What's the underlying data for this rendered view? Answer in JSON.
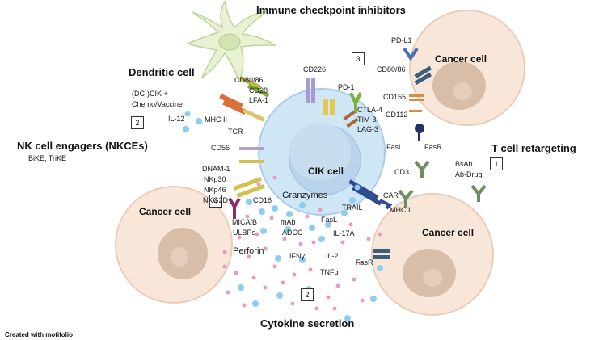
{
  "colors": {
    "cik_body": "#cfe6f4",
    "cik_nucleus": "#b9d4ea",
    "cancer_body": "#f8e6d9",
    "cancer_nucleus": "#d8bda9",
    "dendritic": "#e8f2d2",
    "granule_pink": "#e79ac8",
    "granule_blue": "#8ecdf2"
  },
  "headers": {
    "checkpoint": "Immune checkpoint inhibitors",
    "dendritic": "Dendritic cell",
    "nkce": "NK cell engagers (NKCEs)",
    "retargeting": "T cell retargeting",
    "cytokine": "Cytokine secretion"
  },
  "nkce_sub": "BiKE, TriKE",
  "cells": {
    "cik": "CIK cell",
    "cancer_top_right": "Cancer cell",
    "cancer_left": "Cancer cell",
    "cancer_bottom_right": "Cancer cell"
  },
  "boxes": {
    "box_dc": "2",
    "box_checkpoint": "3",
    "box_retarget": "1",
    "box_nkce": "4",
    "box_cytokine": "2"
  },
  "dendritic_labels": {
    "dc_cik": "(DC-)CIK +",
    "chemo": "Chemo/Vaccine",
    "il12": "IL-12",
    "cd80_86": "CD80/86",
    "cd28": "CD28",
    "lfa1": "LFA-1",
    "mhc2": "MHC II",
    "tcr": "TCR"
  },
  "checkpoint_labels": {
    "cd226": "CD226",
    "pd1": "PD-1",
    "ctla4": "CTLA-4",
    "tim3": "TIM-3",
    "lag3": "LAG-3",
    "pdl1": "PD-L1",
    "cd80_86": "CD80/86",
    "cd155": "CD155",
    "cd112": "CD112"
  },
  "retarget_labels": {
    "fasl": "FasL",
    "fasr": "FasR",
    "cd3": "CD3",
    "bsab": "BsAb",
    "abdrug": "Ab-Drug",
    "car": "CAR",
    "mhc1": "MHC I"
  },
  "nk_labels": {
    "cd56": "CD56",
    "dnam1": "DNAM-1",
    "nkp30": "NKp30",
    "nkp46": "NKp46",
    "nkg2d": "NKG2D",
    "cd16": "CD16",
    "mica_b": "MICA/B",
    "ulbps": "ULBPs"
  },
  "cytokine_labels": {
    "granzymes": "Granzymes",
    "trail": "TRAIL",
    "fasl": "FasL",
    "mab": "mAb",
    "adcc": "ADCC",
    "il17a": "IL-17A",
    "perforin": "Perforin",
    "ifng": "IFNγ",
    "il2": "IL-2",
    "tnfa": "TNFα",
    "fasr": "FasR"
  },
  "credit": "Created with motifolio"
}
